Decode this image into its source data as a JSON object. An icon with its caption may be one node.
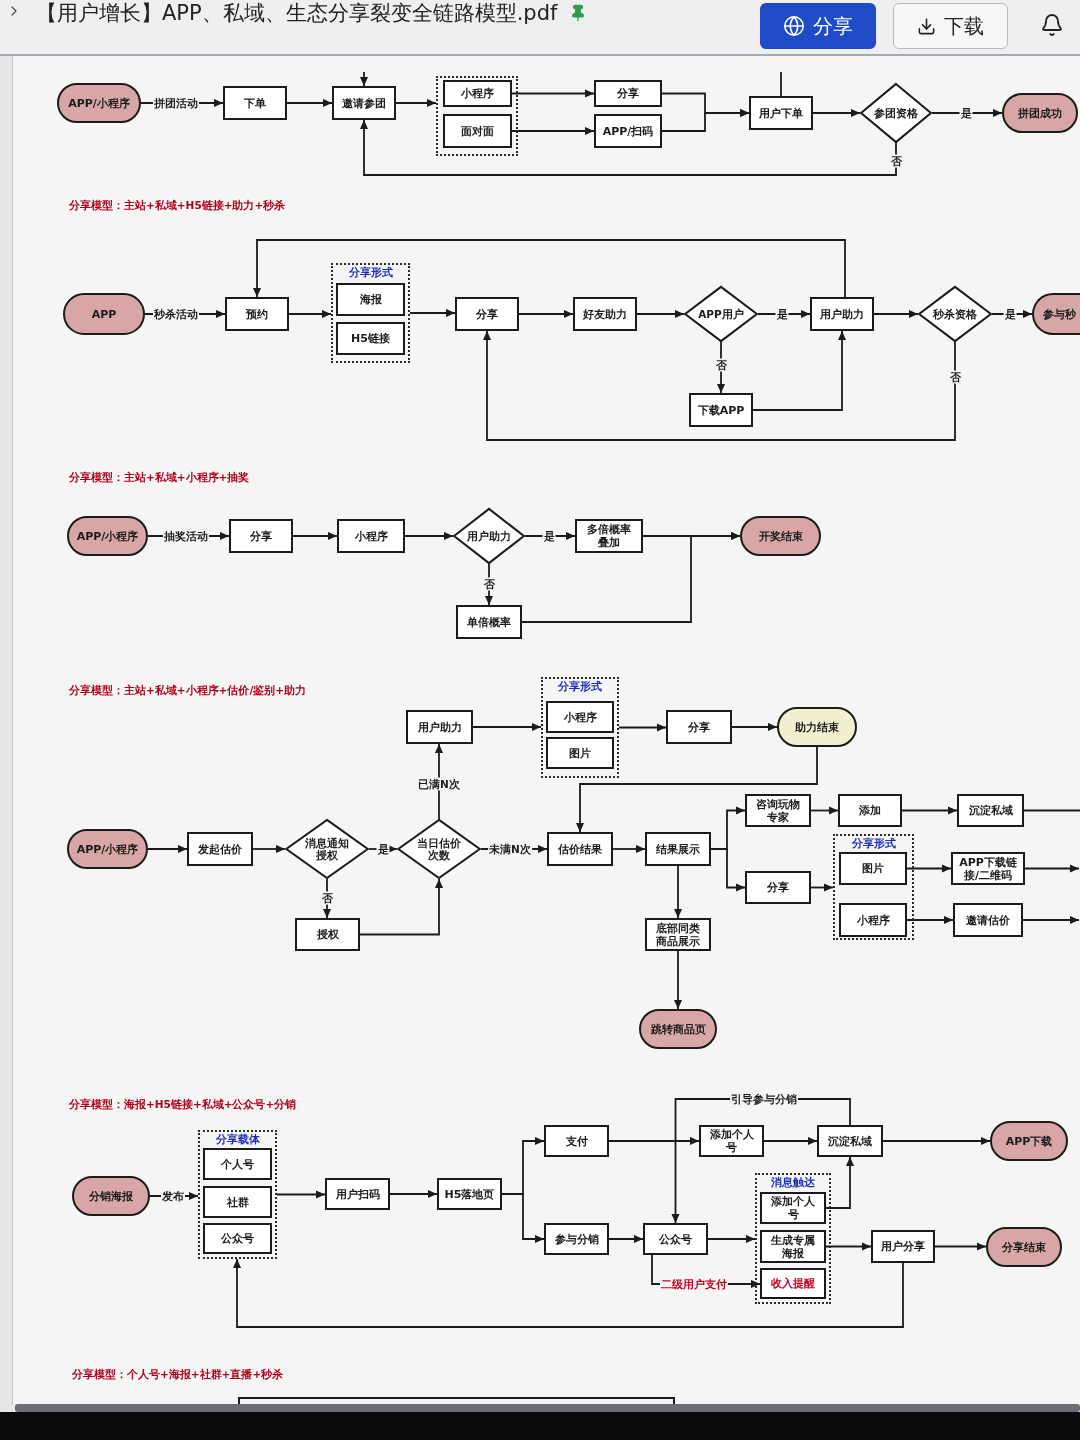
{
  "diagram": {
    "title": "【用户增长】APP、私域、生态分享裂变全链路模型.pdf",
    "nodes": [
      {
        "text": [
          "APP/小程序"
        ]
      },
      {
        "text": [
          "下单"
        ]
      },
      {
        "text": [
          "邀请参团"
        ]
      },
      {
        "text": [],
        "shape": "box"
      },
      {
        "text": [
          "小程序"
        ],
        "in": 3
      },
      {
        "text": [
          "面对面"
        ],
        "in": 3
      },
      {
        "text": [
          "分享"
        ]
      },
      {
        "text": [
          "APP/扫码"
        ]
      },
      {
        "text": [
          "用户下单"
        ]
      },
      {
        "text": [
          "参团资格"
        ]
      },
      {
        "text": [
          "拼团成功"
        ]
      },
      {
        "text": [
          "APP"
        ]
      },
      {
        "text": [
          "预约"
        ]
      },
      {
        "text": [
          "分享形式"
        ]
      },
      {
        "text": [
          "海报"
        ],
        "in": 13
      },
      {
        "text": [
          "H5链接"
        ],
        "in": 13
      },
      {
        "text": [
          "分享"
        ]
      },
      {
        "text": [
          "好友助力"
        ]
      },
      {
        "text": [
          "APP用户"
        ]
      },
      {
        "text": [
          "用户助力"
        ]
      },
      {
        "text": [
          "秒杀资格"
        ]
      },
      {
        "text": [
          "参与秒"
        ]
      },
      {
        "text": [
          "下载APP"
        ]
      },
      {
        "text": [
          "APP/小程序"
        ]
      },
      {
        "text": [
          "分享"
        ]
      },
      {
        "text": [
          "小程序"
        ]
      },
      {
        "text": [
          "用户助力"
        ]
      },
      {
        "text": [
          "多倍概率叠加"
        ]
      },
      {
        "text": [
          "开奖结束"
        ]
      },
      {
        "text": [
          "单倍概率"
        ]
      },
      {
        "text": [
          "用户助力"
        ]
      },
      {
        "text": [
          "分享形式"
        ]
      },
      {
        "text": [
          "小程序"
        ],
        "in": 31
      },
      {
        "text": [
          "图片"
        ],
        "in": 31
      },
      {
        "text": [
          "分享"
        ]
      },
      {
        "text": [
          "助力结束"
        ]
      },
      {
        "text": [
          "APP/小程序"
        ]
      },
      {
        "text": [
          "发起估价"
        ]
      },
      {
        "text": [
          "消息通知授权"
        ]
      },
      {
        "text": [
          "当日估价次数"
        ]
      },
      {
        "text": [
          "估价结果"
        ]
      },
      {
        "text": [
          "结果展示"
        ]
      },
      {
        "text": [
          "咨询玩物专家"
        ]
      },
      {
        "text": [
          "添加"
        ]
      },
      {
        "text": [
          "沉淀私域"
        ]
      },
      {
        "text": [
          "分享"
        ]
      },
      {
        "text": [
          "分享形式"
        ]
      },
      {
        "text": [
          "图片"
        ],
        "in": 46
      },
      {
        "text": [
          "小程序"
        ],
        "in": 46
      },
      {
        "text": [
          "APP下载链接/二维码"
        ]
      },
      {
        "text": [
          "邀请估价"
        ]
      },
      {
        "text": [
          "授权"
        ]
      },
      {
        "text": [
          "底部同类商品展示"
        ]
      },
      {
        "text": [
          "跳转商品页"
        ]
      },
      {
        "text": [
          "分销海报"
        ]
      },
      {
        "text": [
          "分享载体"
        ]
      },
      {
        "text": [
          "个人号"
        ],
        "in": 55
      },
      {
        "text": [
          "社群"
        ],
        "in": 55
      },
      {
        "text": [
          "公众号"
        ],
        "in": 55
      },
      {
        "text": [
          "用户扫码"
        ]
      },
      {
        "text": [
          "H5落地页"
        ]
      },
      {
        "text": [
          "支付"
        ]
      },
      {
        "text": [
          "添加个人号"
        ]
      },
      {
        "text": [
          "沉淀私域"
        ]
      },
      {
        "text": [
          "APP下载"
        ]
      },
      {
        "text": [
          "参与分销"
        ]
      },
      {
        "text": [
          "公众号"
        ]
      },
      {
        "text": [
          "消息触达"
        ]
      },
      {
        "text": [
          "添加个人号"
        ],
        "in": 67
      },
      {
        "text": [
          "生成专属海报"
        ],
        "in": 67
      },
      {
        "text": [
          "收入提醒"
        ],
        "in": 67
      },
      {
        "text": [
          "用户分享"
        ]
      },
      {
        "text": [
          "分享结束"
        ]
      },
      {
        "text": [],
        "shape": "box"
      }
    ],
    "edges": [
      {
        "from": 0,
        "to": 1,
        "arrow": "to",
        "label": "拼团活动"
      },
      {
        "from": 1,
        "to": 2,
        "arrow": "to"
      },
      {
        "from": 2,
        "to": 3,
        "arrow": "to"
      },
      {
        "from": 4,
        "to": 6,
        "arrow": "to"
      },
      {
        "from": 5,
        "to": 7,
        "arrow": "to"
      },
      {
        "from": 6,
        "to": 8,
        "arrow": "to"
      },
      {
        "from": 7,
        "to": 8,
        "arrow": "to"
      },
      {
        "from": 8,
        "to": 9,
        "arrow": "to"
      },
      {
        "from": 9,
        "to": 10,
        "arrow": "to",
        "label": "是"
      },
      {
        "from": 9,
        "to": 2,
        "arrow": "to",
        "label": "否"
      },
      {
        "from": null,
        "to": 2,
        "arrow": "to"
      },
      {
        "from": null,
        "to": 8,
        "arrow": "none"
      },
      {
        "from": 11,
        "to": 12,
        "arrow": "to",
        "label": "秒杀活动"
      },
      {
        "from": 12,
        "to": 13,
        "arrow": "to"
      },
      {
        "from": 13,
        "to": 16,
        "arrow": "to"
      },
      {
        "from": 16,
        "to": 17,
        "arrow": "to"
      },
      {
        "from": 17,
        "to": 18,
        "arrow": "to"
      },
      {
        "from": 18,
        "to": 19,
        "arrow": "to",
        "label": "是"
      },
      {
        "from": 18,
        "to": 22,
        "arrow": "to",
        "label": "否"
      },
      {
        "from": 22,
        "to": 19,
        "arrow": "to"
      },
      {
        "from": 19,
        "to": 12,
        "arrow": "to"
      },
      {
        "from": 19,
        "to": 20,
        "arrow": "to"
      },
      {
        "from": 20,
        "to": 21,
        "arrow": "to",
        "label": "是"
      },
      {
        "from": 20,
        "to": 16,
        "arrow": "to",
        "label": "否"
      },
      {
        "from": 23,
        "to": 24,
        "arrow": "to",
        "label": "抽奖活动"
      },
      {
        "from": 24,
        "to": 25,
        "arrow": "to"
      },
      {
        "from": 25,
        "to": 26,
        "arrow": "to"
      },
      {
        "from": 26,
        "to": 27,
        "arrow": "to",
        "label": "是"
      },
      {
        "from": 26,
        "to": 29,
        "arrow": "to",
        "label": "否"
      },
      {
        "from": 27,
        "to": 28,
        "arrow": "to"
      },
      {
        "from": 29,
        "to": 28,
        "arrow": "to"
      },
      {
        "from": 36,
        "to": 37,
        "arrow": "to"
      },
      {
        "from": 37,
        "to": 38,
        "arrow": "to"
      },
      {
        "from": 38,
        "to": 39,
        "arrow": "to",
        "label": "是"
      },
      {
        "from": 38,
        "to": 51,
        "arrow": "to",
        "label": "否"
      },
      {
        "from": 51,
        "to": 39,
        "arrow": "to"
      },
      {
        "from": 39,
        "to": 30,
        "arrow": "to",
        "label": "已满N次"
      },
      {
        "from": 39,
        "to": 40,
        "arrow": "to",
        "label": "未满N次"
      },
      {
        "from": 30,
        "to": 31,
        "arrow": "to"
      },
      {
        "from": 31,
        "to": 34,
        "arrow": "to"
      },
      {
        "from": 34,
        "to": 35,
        "arrow": "to"
      },
      {
        "from": 35,
        "to": 40,
        "arrow": "to"
      },
      {
        "from": 40,
        "to": 41,
        "arrow": "to"
      },
      {
        "from": 41,
        "to": 42,
        "arrow": "to"
      },
      {
        "from": 41,
        "to": 45,
        "arrow": "to"
      },
      {
        "from": 41,
        "to": 52,
        "arrow": "to"
      },
      {
        "from": 52,
        "to": 53,
        "arrow": "to"
      },
      {
        "from": 42,
        "to": 43,
        "arrow": "to"
      },
      {
        "from": 43,
        "to": 44,
        "arrow": "to"
      },
      {
        "from": 45,
        "to": 46,
        "arrow": "to"
      },
      {
        "from": 47,
        "to": 49,
        "arrow": "to"
      },
      {
        "from": 48,
        "to": 50,
        "arrow": "to"
      },
      {
        "from": 44,
        "to": null,
        "arrow": "none"
      },
      {
        "from": 49,
        "to": null,
        "arrow": "to"
      },
      {
        "from": 50,
        "to": null,
        "arrow": "to"
      },
      {
        "from": 54,
        "to": 55,
        "arrow": "to",
        "label": "发布"
      },
      {
        "from": 55,
        "to": 59,
        "arrow": "to"
      },
      {
        "from": 59,
        "to": 60,
        "arrow": "to"
      },
      {
        "from": 60,
        "to": 61,
        "arrow": "to"
      },
      {
        "from": 60,
        "to": 65,
        "arrow": "to"
      },
      {
        "from": 61,
        "to": 62,
        "arrow": "to"
      },
      {
        "from": 62,
        "to": 63,
        "arrow": "to"
      },
      {
        "from": 63,
        "to": 66,
        "arrow": "to",
        "label": "引导参与分销"
      },
      {
        "from": 63,
        "to": 64,
        "arrow": "to"
      },
      {
        "from": 65,
        "to": 66,
        "arrow": "to"
      },
      {
        "from": 66,
        "to": 67,
        "arrow": "to"
      },
      {
        "from": 66,
        "to": 70,
        "arrow": "to",
        "label": "二级用户支付"
      },
      {
        "from": 68,
        "to": 63,
        "arrow": "to"
      },
      {
        "from": 69,
        "to": 71,
        "arrow": "to"
      },
      {
        "from": 71,
        "to": 72,
        "arrow": "to"
      },
      {
        "from": 71,
        "to": 55,
        "arrow": "to"
      }
    ],
    "labels": [
      "分享",
      "下载",
      "分享模型：主站+私域+H5链接+助力+秒杀",
      "分享模型：主站+私域+小程序+抽奖",
      "分享模型：主站+私域+小程序+估价/鉴别+助力",
      "分享模型：海报+H5链接+私域+公众号+分销",
      "分享模型：个人号+海报+社群+直播+秒杀"
    ]
  }
}
